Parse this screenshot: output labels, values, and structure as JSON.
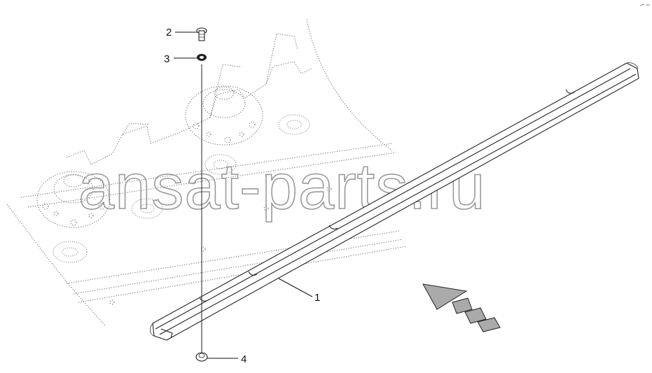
{
  "callouts": {
    "c1": "1",
    "c2": "2",
    "c3": "3",
    "c4": "4"
  },
  "watermark": "ansat-parts.ru",
  "icons": {
    "direction": "direction-arrow-icon"
  }
}
